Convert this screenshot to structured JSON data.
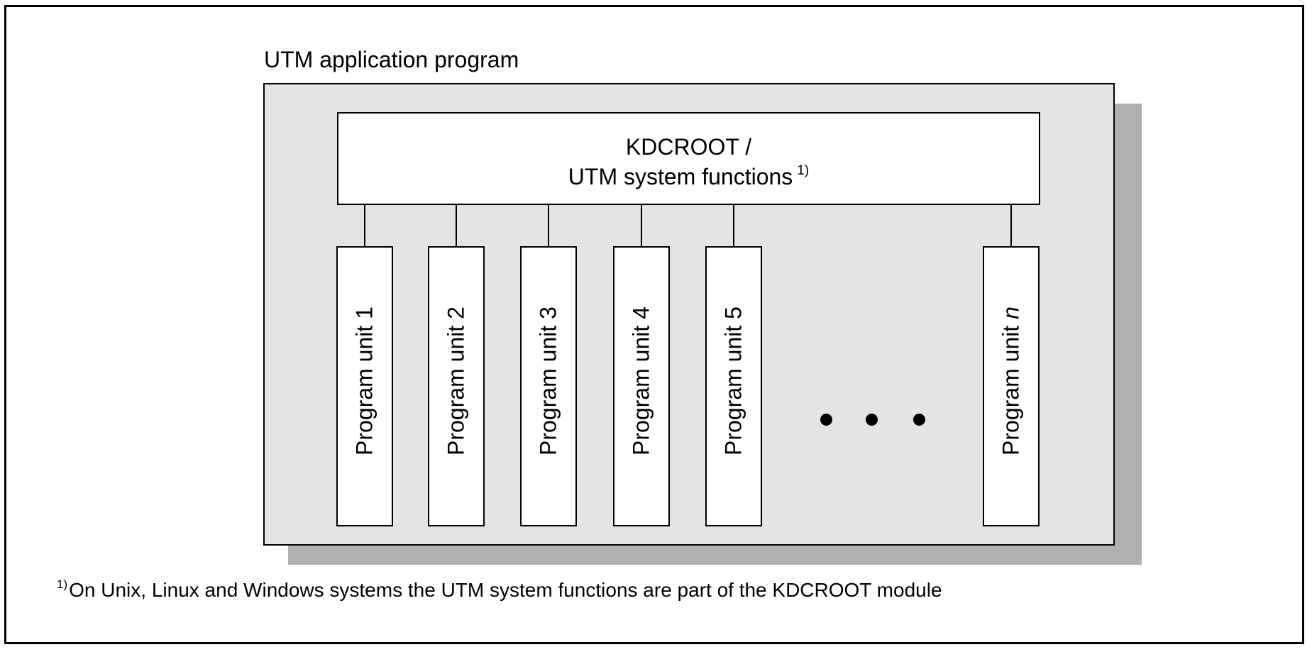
{
  "diagram": {
    "app_title": "UTM application program",
    "root": {
      "line1": "KDCROOT /",
      "line2": "UTM system functions",
      "footnote_mark": "1)"
    },
    "units": [
      {
        "prefix": "Program unit ",
        "suffix": "1"
      },
      {
        "prefix": "Program unit ",
        "suffix": "2"
      },
      {
        "prefix": "Program unit ",
        "suffix": "3"
      },
      {
        "prefix": "Program unit ",
        "suffix": "4"
      },
      {
        "prefix": "Program unit ",
        "suffix": "5"
      },
      {
        "prefix": "Program unit ",
        "suffix": "n"
      }
    ],
    "footnote": {
      "mark": "1)",
      "text": "On Unix, Linux and Windows systems the UTM system functions are part of the KDCROOT module"
    }
  }
}
